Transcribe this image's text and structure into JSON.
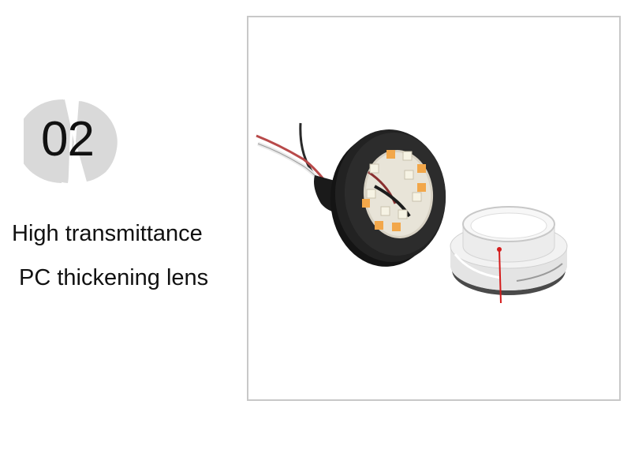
{
  "badge": {
    "number": "02"
  },
  "caption": {
    "line1": "High transmittance",
    "line2": "PC thickening lens"
  },
  "colors": {
    "badge_fill": "#d9d9d9",
    "frame_border": "#c8c8c8",
    "housing": "#1e1e1e",
    "led_warm": "#f2a74a",
    "led_white": "#f6f3e4",
    "callout_line": "#d41c1c"
  },
  "photo": {
    "subject": [
      "led-module-icon",
      "clear-lens-icon",
      "wire-leads-icon"
    ]
  }
}
